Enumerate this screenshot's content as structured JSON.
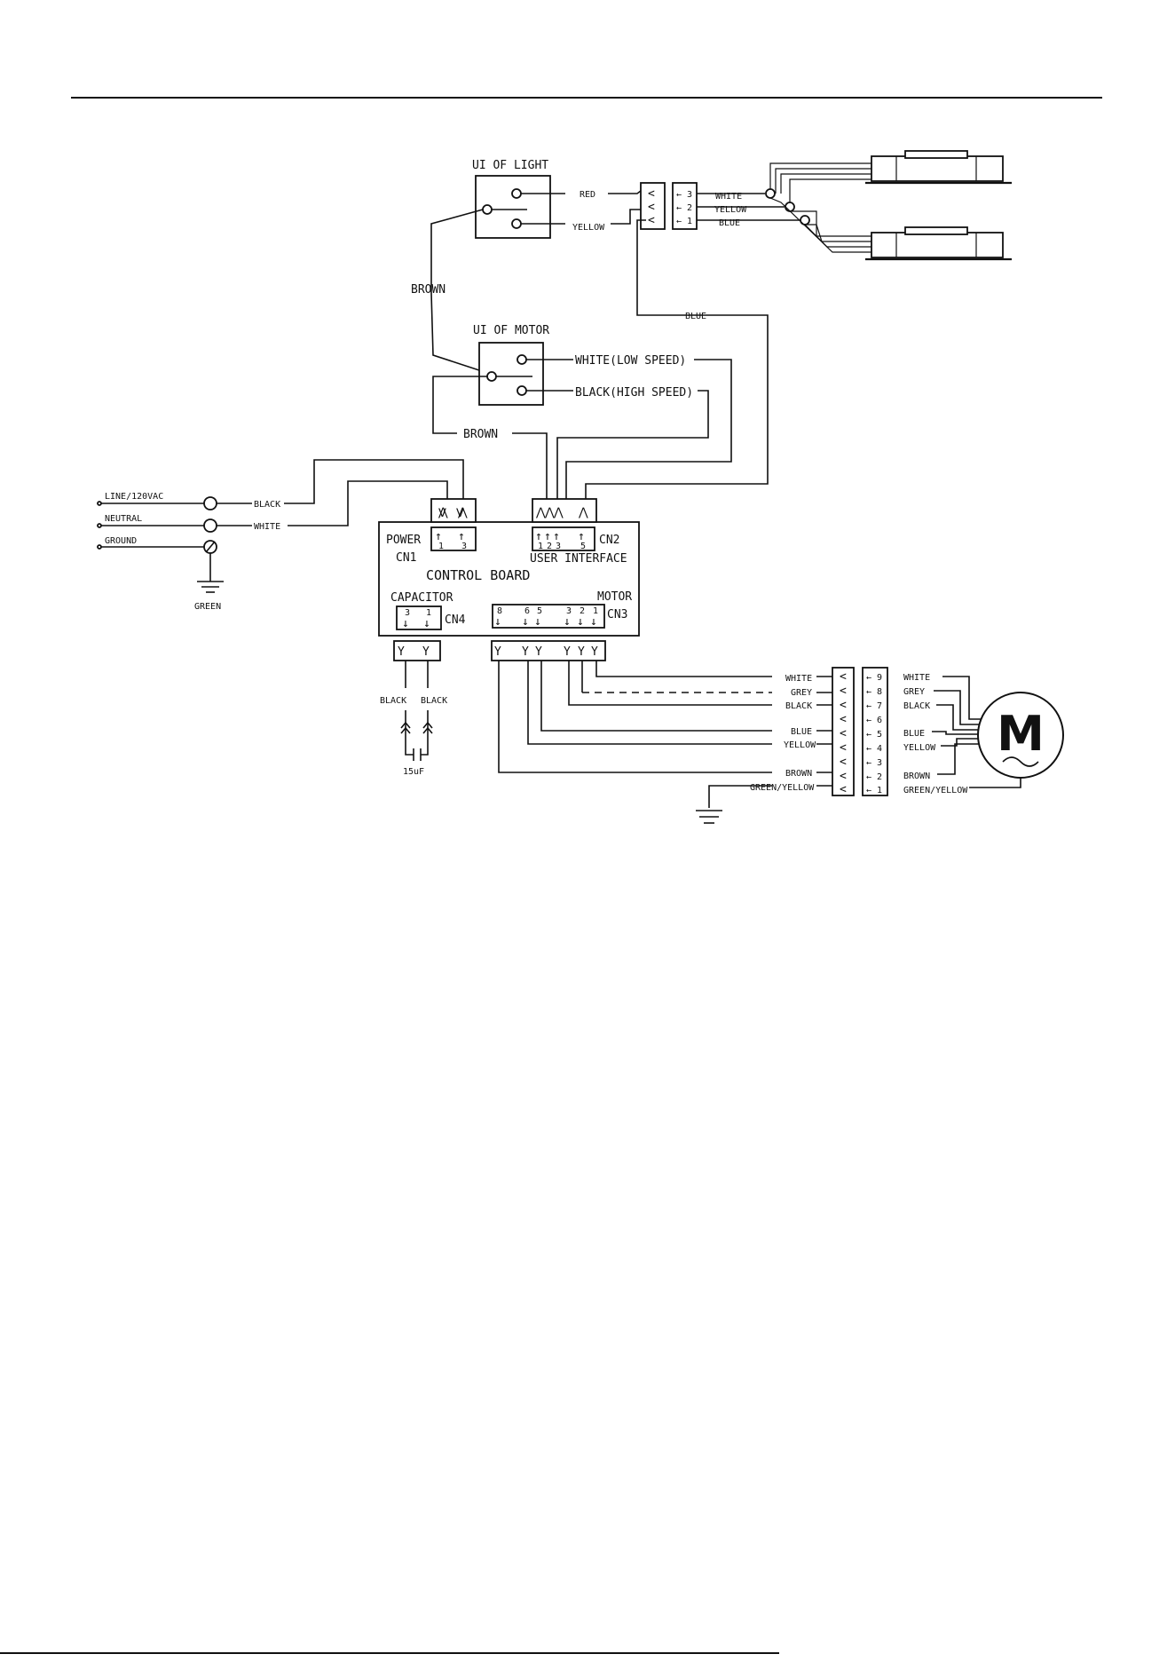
{
  "switches": {
    "light": {
      "title": "UI OF LIGHT",
      "wire_top": "RED",
      "wire_bottom": "YELLOW",
      "feed": "BROWN"
    },
    "motor": {
      "title": "UI OF MOTOR",
      "wire_top": "WHITE(LOW SPEED)",
      "wire_bottom": "BLACK(HIGH SPEED)",
      "feed": "BROWN"
    }
  },
  "lamp_connector": {
    "pins": [
      "3",
      "2",
      "1"
    ],
    "wires": [
      "WHITE",
      "YELLOW",
      "BLUE"
    ],
    "return_wire": "BLUE"
  },
  "mains": {
    "inputs": [
      "LINE/120VAC",
      "NEUTRAL",
      "GROUND"
    ],
    "wires": [
      "BLACK",
      "WHITE"
    ],
    "ground_wire": "GREEN"
  },
  "board": {
    "title": "CONTROL BOARD",
    "cn1": {
      "name": "CN1",
      "label": "POWER",
      "pins": [
        "1",
        "3"
      ]
    },
    "cn2": {
      "name": "CN2",
      "label": "USER INTERFACE",
      "pins": [
        "1",
        "2",
        "3",
        "5"
      ]
    },
    "cn4": {
      "name": "CN4",
      "label": "CAPACITOR",
      "pins": [
        "3",
        "1"
      ]
    },
    "cn3": {
      "name": "CN3",
      "label": "MOTOR",
      "pins": [
        "8",
        "6",
        "5",
        "3",
        "2",
        "1"
      ]
    }
  },
  "capacitor": {
    "wires": [
      "BLACK",
      "BLACK"
    ],
    "value": "15uF"
  },
  "motor_harness": {
    "left_wires": [
      "WHITE",
      "GREY",
      "BLACK",
      "BLUE",
      "YELLOW",
      "BROWN",
      "GREEN/YELLOW"
    ],
    "pins": [
      "9",
      "8",
      "7",
      "6",
      "5",
      "4",
      "3",
      "2",
      "1"
    ],
    "right_wires": [
      "WHITE",
      "GREY",
      "BLACK",
      "BLUE",
      "YELLOW",
      "BROWN",
      "GREEN/YELLOW"
    ]
  },
  "motor": {
    "symbol": "M"
  }
}
